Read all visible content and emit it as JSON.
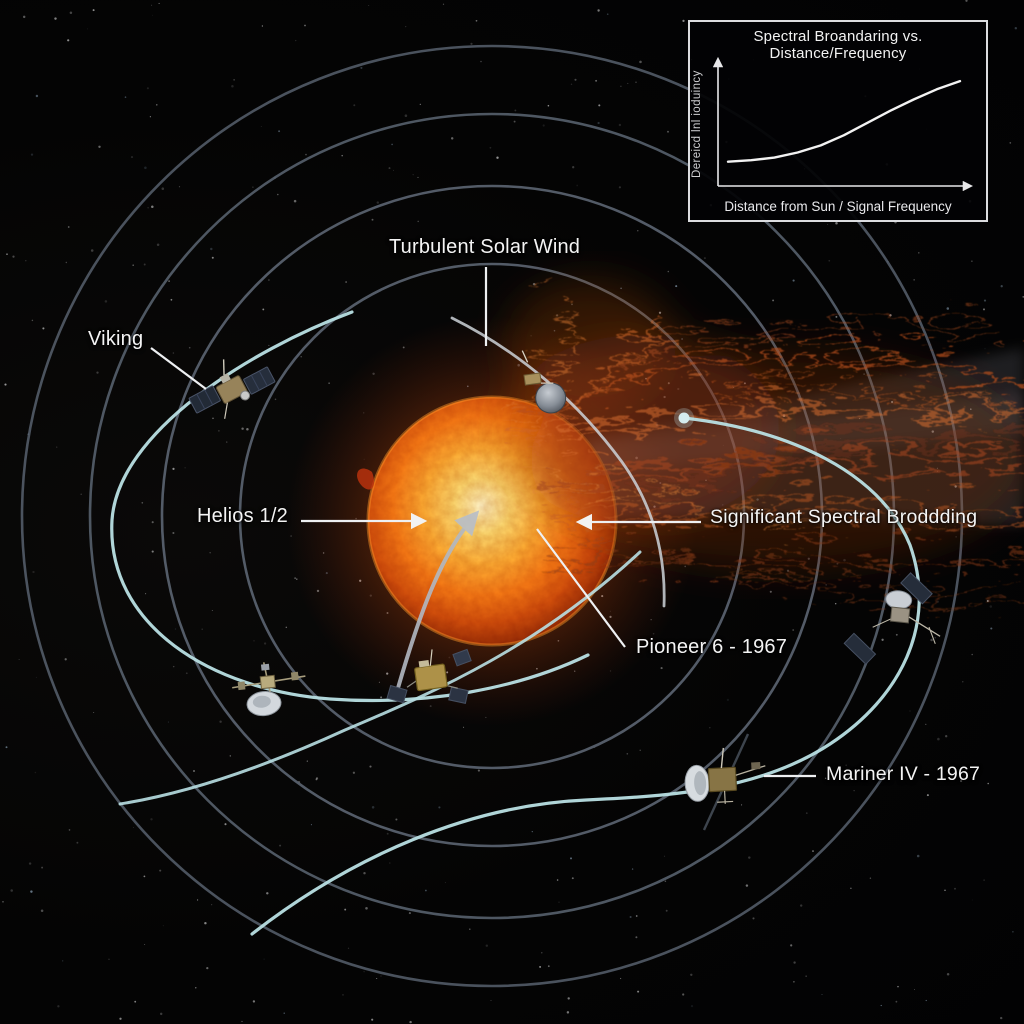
{
  "scene": {
    "labels": {
      "turbulent_solar_wind": "Turbulent Solar Wind",
      "viking": "Viking",
      "helios": "Helios 1/2",
      "spectral_broadening": "Significant Spectral Broddding",
      "pioneer": "Pioneer 6 - 1967",
      "mariner": "Mariner IV - 1967"
    },
    "colors": {
      "background": "#040405",
      "orbit_gray": "#57606d",
      "trajectory_cyan": "#b9e0e4",
      "sun_core": "#fff3c2",
      "sun_mid": "#ff8c1d",
      "sun_rim": "#7e2405",
      "plasma_orange": "#c75f22",
      "beam_wedge": "rgba(205,212,222,0.13)",
      "label_text": "#f4f4f4",
      "inset_border": "#dcdde0"
    }
  },
  "inset": {
    "title": "Spectral Broandaring vs. Distance/Frequency",
    "xlabel": "Distance from Sun / Signal Frequency",
    "ylabel": "Dereicd lnl ioduincy"
  },
  "chart_data": {
    "type": "line",
    "title": "Spectral Broandaring vs. Distance/Frequency",
    "xlabel": "Distance from Sun / Signal Frequency",
    "ylabel": "Dereicd lnl ioduincy",
    "x": [
      0,
      1,
      2,
      3,
      4,
      5,
      6,
      7,
      8,
      9,
      10
    ],
    "y": [
      0.16,
      0.175,
      0.2,
      0.25,
      0.32,
      0.42,
      0.54,
      0.66,
      0.77,
      0.87,
      0.95
    ],
    "x_range": [
      0,
      10
    ],
    "y_range": [
      0,
      1
    ],
    "grid": false,
    "legend": null,
    "curve_shape": "monotonically increasing sigmoid, no tick labels"
  }
}
